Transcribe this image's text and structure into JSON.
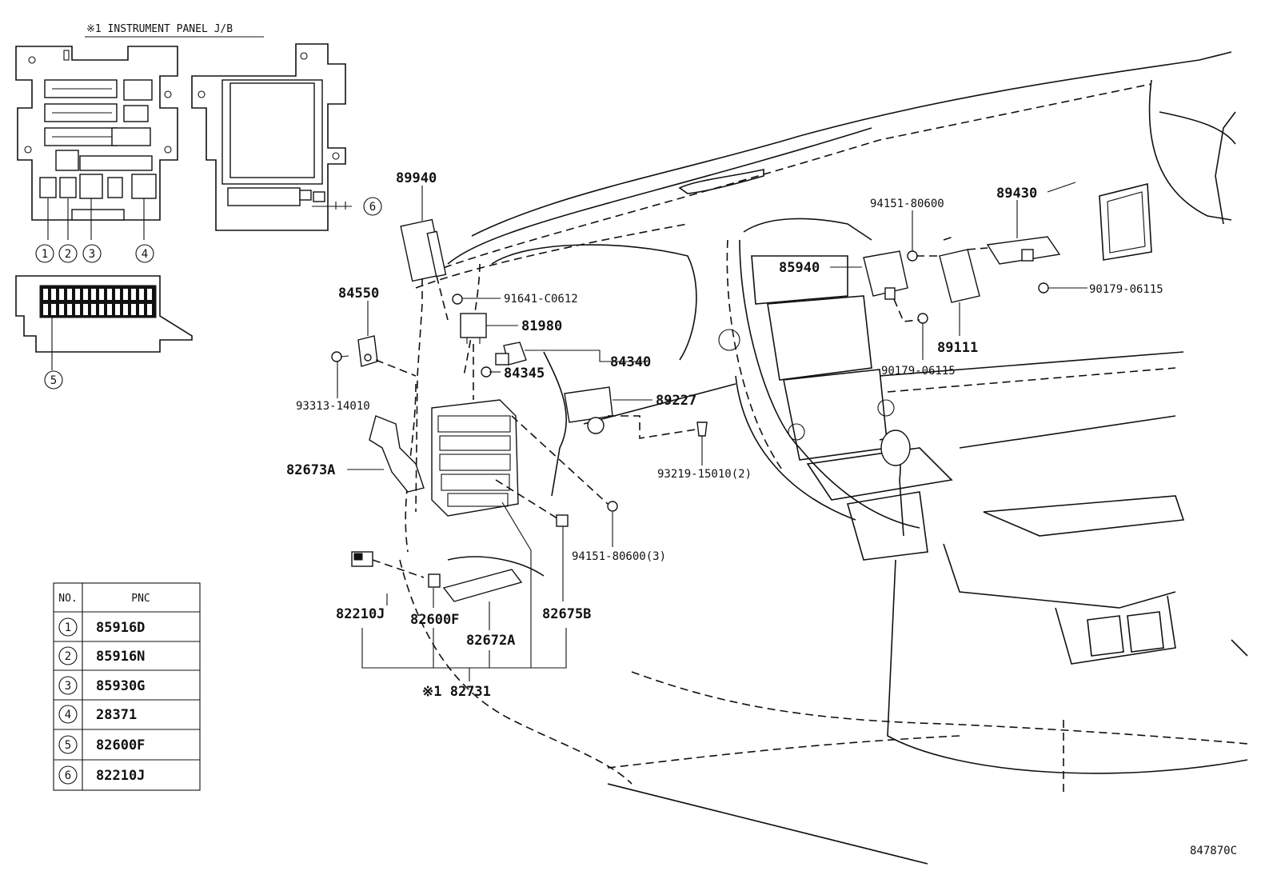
{
  "header": {
    "note": "※1 INSTRUMENT PANEL J/B"
  },
  "markers": [
    "1",
    "2",
    "3",
    "4",
    "5",
    "6"
  ],
  "callouts": {
    "p89940": "89940",
    "p84550": "84550",
    "p91641": "91641-C0612",
    "p81980": "81980",
    "p84340": "84340",
    "p84345": "84345",
    "p89227": "89227",
    "p93313": "93313-14010",
    "p82673A": "82673A",
    "p93219": "93219-15010(2)",
    "p94151_3": "94151-80600(3)",
    "p82210J": "82210J",
    "p82600F": "82600F",
    "p82672A": "82672A",
    "p82675B": "82675B",
    "p82731": "※1 82731",
    "p94151": "94151-80600",
    "p89430": "89430",
    "p85940": "85940",
    "p90179_r": "90179-06115",
    "p89111": "89111",
    "p90179_b": "90179-06115"
  },
  "table": {
    "headers": [
      "NO.",
      "PNC"
    ],
    "rows": [
      {
        "no": "1",
        "pnc": "85916D"
      },
      {
        "no": "2",
        "pnc": "85916N"
      },
      {
        "no": "3",
        "pnc": "85930G"
      },
      {
        "no": "4",
        "pnc": "28371"
      },
      {
        "no": "5",
        "pnc": "82600F"
      },
      {
        "no": "6",
        "pnc": "82210J"
      }
    ]
  },
  "footer": {
    "code": "847870C"
  }
}
